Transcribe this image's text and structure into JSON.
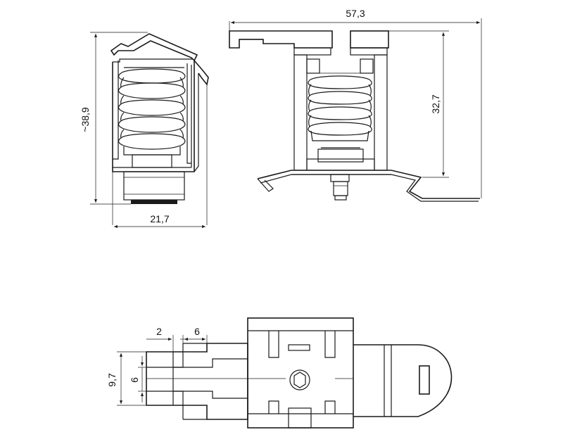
{
  "dimensions": {
    "height_left": "~38,9",
    "width_left": "21,7",
    "width_top": "57,3",
    "height_right": "32,7",
    "gap_2": "2",
    "width_6": "6",
    "height_97": "9,7",
    "height_6": "6"
  }
}
